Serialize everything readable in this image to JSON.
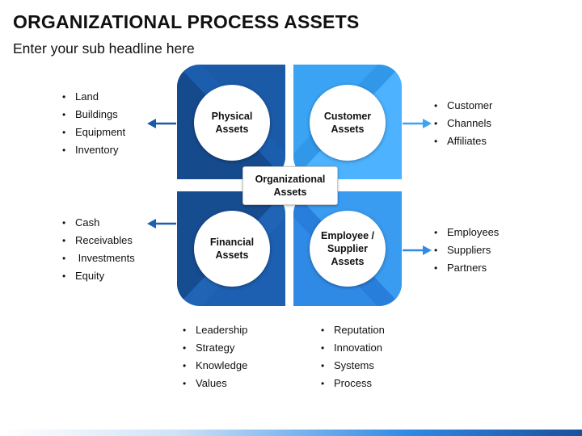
{
  "header": {
    "title": "ORGANIZATIONAL PROCESS ASSETS",
    "subtitle": "Enter your sub headline here"
  },
  "diagram": {
    "center_label": "Organizational\nAssets",
    "quadrants": [
      {
        "id": "physical",
        "label": "Physical\nAssets",
        "color": "#1b5aa7",
        "items": [
          "Land",
          "Buildings",
          "Equipment",
          "Inventory"
        ]
      },
      {
        "id": "customer",
        "label": "Customer\nAssets",
        "color": "#3aa3f3",
        "items": [
          "Customer",
          "Channels",
          "Affiliates"
        ]
      },
      {
        "id": "financial",
        "label": "Financial\nAssets",
        "color": "#1d5fb0",
        "items": [
          "Cash",
          "Receivables",
          " Investments",
          "Equity"
        ]
      },
      {
        "id": "employee",
        "label": "Employee /\nSupplier\nAssets",
        "color": "#2f8ae6",
        "items": [
          "Employees",
          "Suppliers",
          "Partners"
        ]
      }
    ],
    "bottom_lists": [
      {
        "items": [
          "Leadership",
          "Strategy",
          "Knowledge",
          "Values"
        ]
      },
      {
        "items": [
          "Reputation",
          "Innovation",
          "Systems",
          "Process"
        ]
      }
    ]
  },
  "colors": {
    "dark_blue": "#1b5aa7",
    "light_blue": "#3aa3f3",
    "arrow_dark": "#1b5aa7",
    "arrow_light": "#3aa3f3"
  }
}
